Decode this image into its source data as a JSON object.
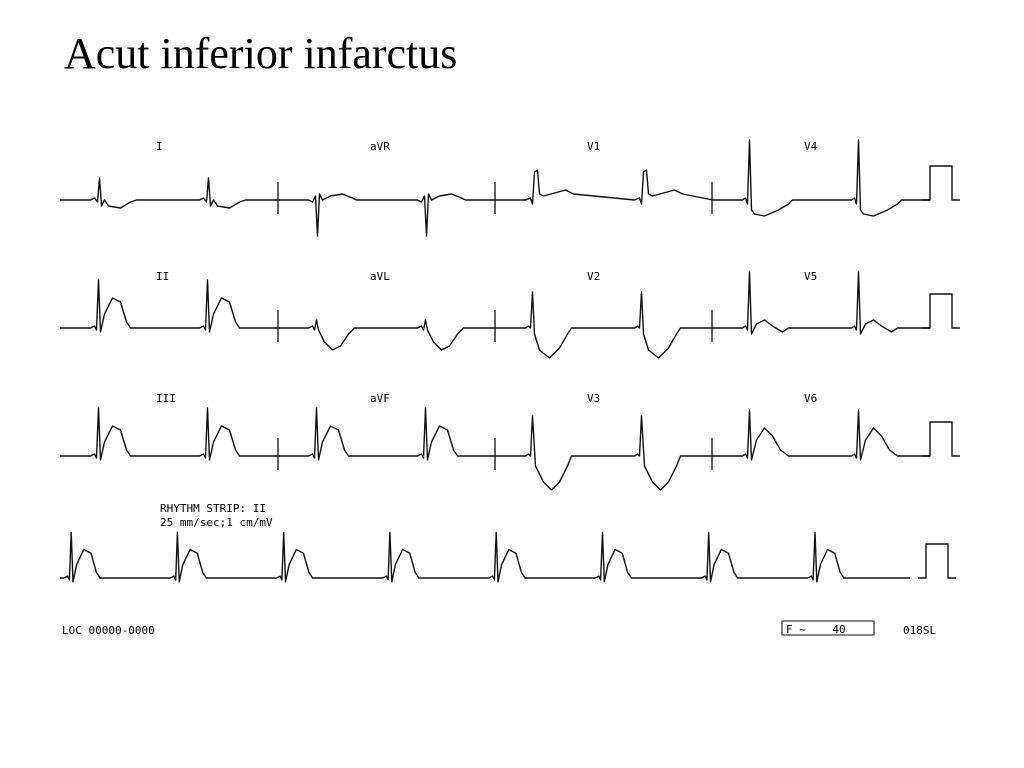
{
  "slide": {
    "title": "Acut inferior infarctus"
  },
  "ecg": {
    "leads": [
      {
        "label": "I",
        "shape": "low"
      },
      {
        "label": "aVR",
        "shape": "neg"
      },
      {
        "label": "V1",
        "shape": "v1"
      },
      {
        "label": "V4",
        "shape": "v4"
      },
      {
        "label": "II",
        "shape": "stemi"
      },
      {
        "label": "aVL",
        "shape": "depressed"
      },
      {
        "label": "V2",
        "shape": "v2"
      },
      {
        "label": "V5",
        "shape": "v5"
      },
      {
        "label": "III",
        "shape": "stemi"
      },
      {
        "label": "aVF",
        "shape": "stemi"
      },
      {
        "label": "V3",
        "shape": "v3"
      },
      {
        "label": "V6",
        "shape": "v6"
      }
    ],
    "rhythm_strip_label": "RHYTHM STRIP: II",
    "speed_text": "25 mm/sec;1 cm/mV",
    "footer_left": "LOC 00000-0000",
    "footer_box": "F ~    40",
    "footer_right": "018SL",
    "trace_color": "#111111"
  }
}
